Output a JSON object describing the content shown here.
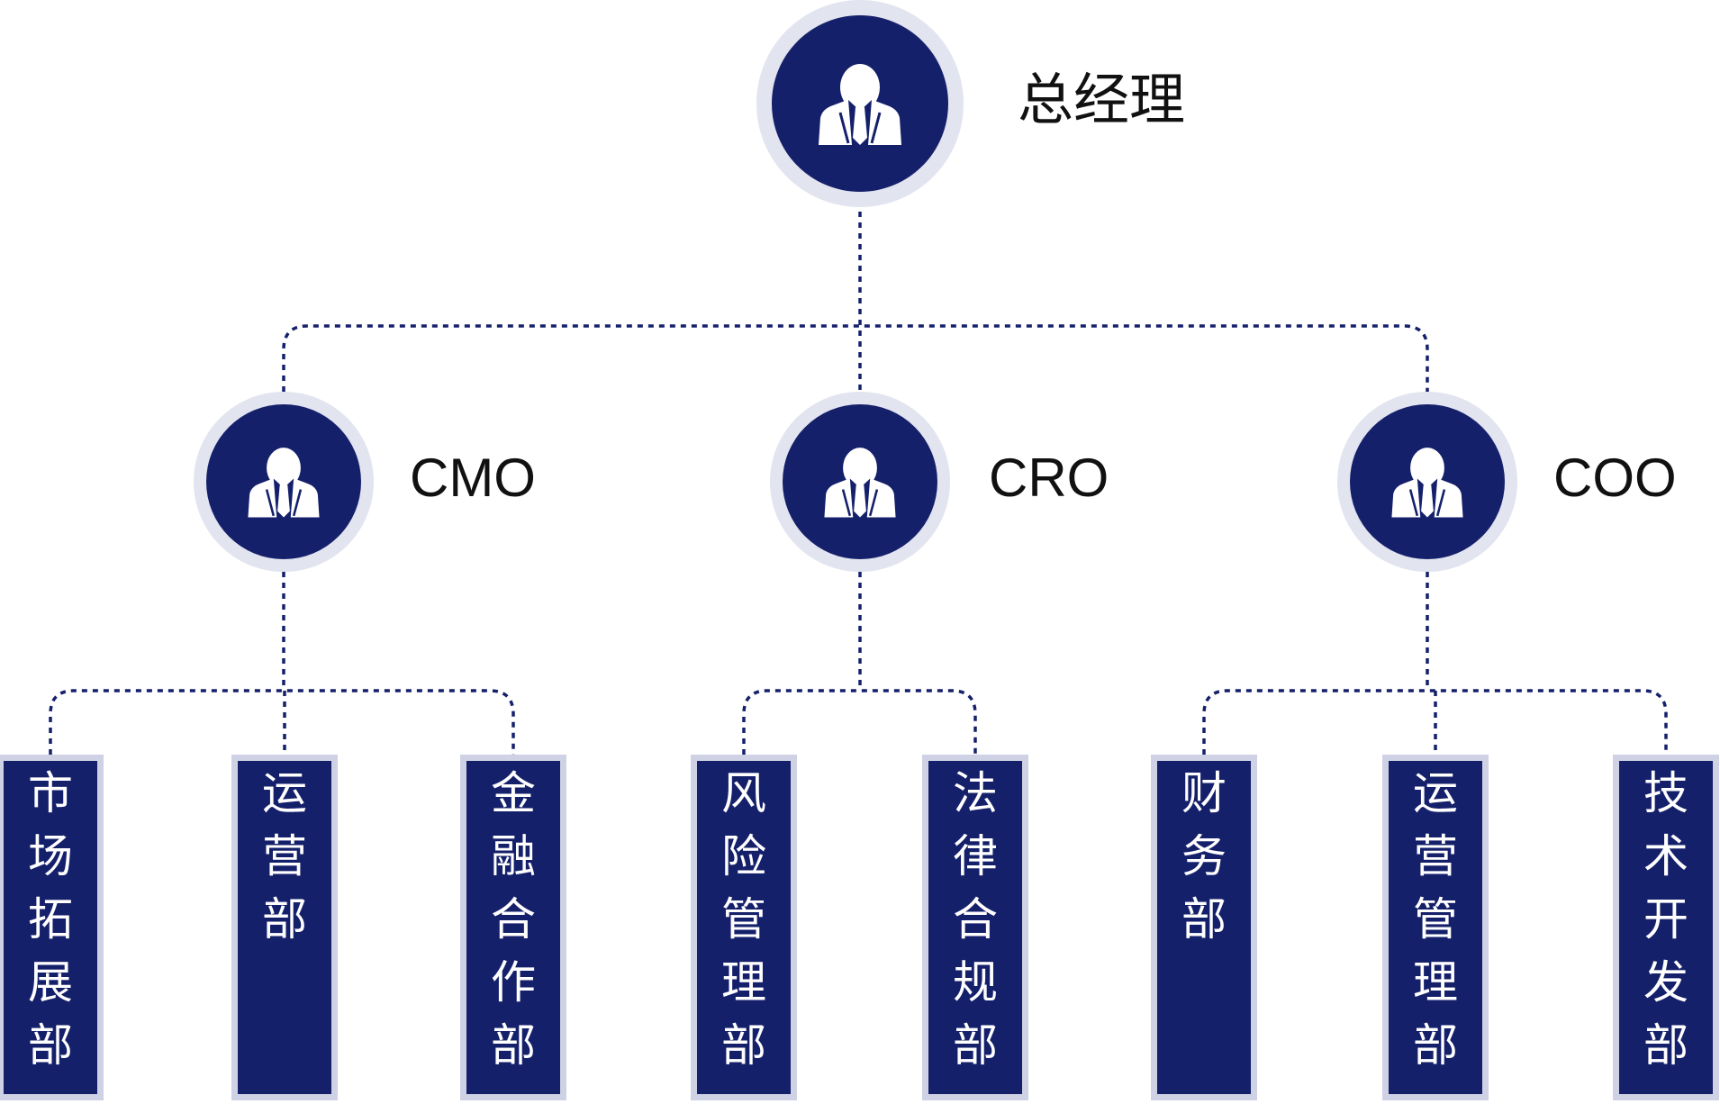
{
  "colors": {
    "navy": "#15206b",
    "halo": "#e2e4ef",
    "dept_border": "#cfd2e4",
    "line": "#15206b",
    "text": "#111111",
    "on_dark": "#ffffff"
  },
  "root": {
    "title": "总经理",
    "icon": "person-tie-icon"
  },
  "executives": [
    {
      "title": "CMO",
      "icon": "person-tie-icon"
    },
    {
      "title": "CRO",
      "icon": "person-tie-icon"
    },
    {
      "title": "COO",
      "icon": "person-tie-icon"
    }
  ],
  "departments": [
    {
      "label": "市场拓展部",
      "parent": 0
    },
    {
      "label": "运营部",
      "parent": 0
    },
    {
      "label": "金融合作部",
      "parent": 0
    },
    {
      "label": "风险管理部",
      "parent": 1
    },
    {
      "label": "法律合规部",
      "parent": 1
    },
    {
      "label": "财务部",
      "parent": 2
    },
    {
      "label": "运营管理部",
      "parent": 2
    },
    {
      "label": "技术开发部",
      "parent": 2
    }
  ]
}
